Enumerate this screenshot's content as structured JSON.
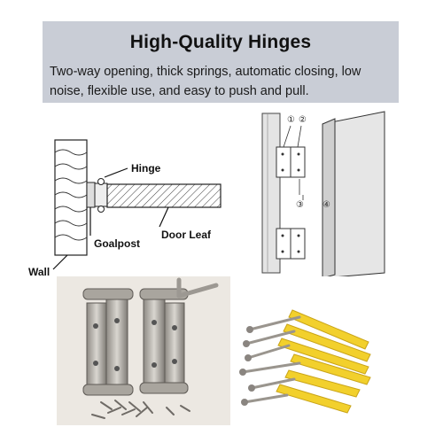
{
  "banner": {
    "title": "High-Quality Hinges",
    "description": "Two-way opening, thick springs, automatic closing, low noise, flexible use, and easy to push and pull."
  },
  "diagram_left": {
    "labels": {
      "hinge": "Hinge",
      "goalpost": "Goalpost",
      "door_leaf": "Door Leaf",
      "wall": "Wall"
    }
  },
  "diagram_right": {
    "markers": [
      "①",
      "②",
      "③",
      "④"
    ]
  },
  "photos": {
    "left": "hinge-pair-with-screws-photo",
    "right": "wall-anchors-and-screws-photo"
  },
  "colors": {
    "banner_bg": "#c9cdd6",
    "anchor_yellow": "#f2d02c"
  }
}
